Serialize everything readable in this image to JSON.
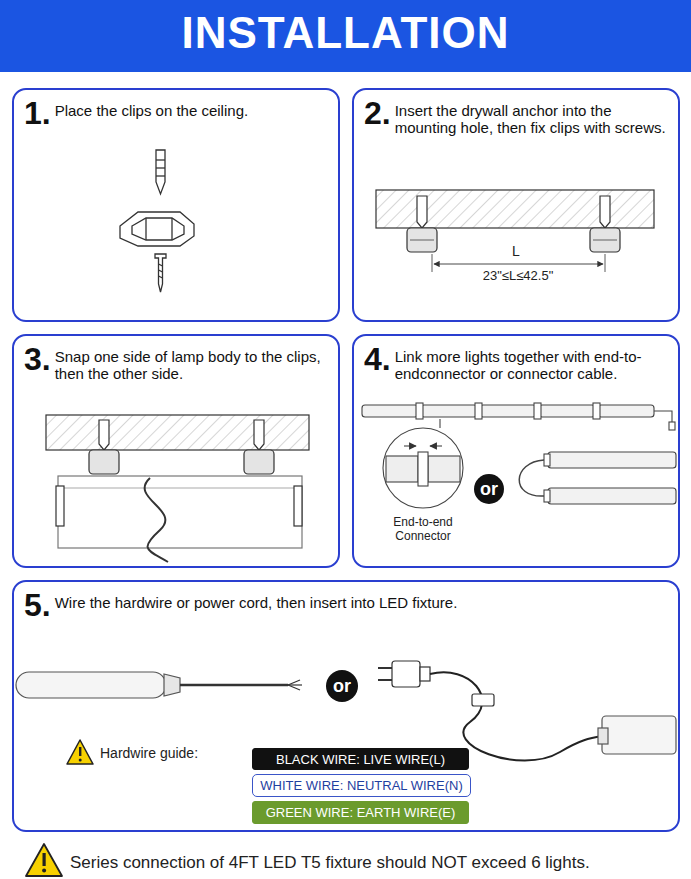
{
  "diagram": {
    "title": "INSTALLATION",
    "nodes": [
      {
        "text": [
          "1.",
          "Place the clips on the ceiling."
        ]
      },
      {
        "text": [
          "2.",
          "Insert the drywall anchor into the mounting hole, then fix clips with screws."
        ]
      },
      {
        "text": [
          "3.",
          "Snap one side of lamp body to the clips, then the other side."
        ]
      },
      {
        "text": [
          "4.",
          "Link more lights together with end-to-endconnector or connector cable."
        ]
      },
      {
        "text": [
          "or"
        ],
        "in": 3
      },
      {
        "text": [
          "5.",
          "Wire the hardwire or power cord, then insert into LED fixture."
        ]
      },
      {
        "text": [
          "or"
        ],
        "in": 5
      },
      {
        "text": [
          "BLACK WIRE: LIVE WIRE(L)"
        ],
        "in": 5
      },
      {
        "text": [
          "WHITE WIRE: NEUTRAL WIRE(N)"
        ],
        "in": 5
      },
      {
        "text": [
          "GREEN WIRE: EARTH WIRE(E)"
        ],
        "in": 5
      }
    ],
    "labels": [
      "L",
      "23\"≤L≤42.5\"",
      "End-to-end Connector",
      "Hardwire guide:",
      "Series connection of 4FT LED T5 fixture should NOT exceed 6 lights."
    ]
  }
}
